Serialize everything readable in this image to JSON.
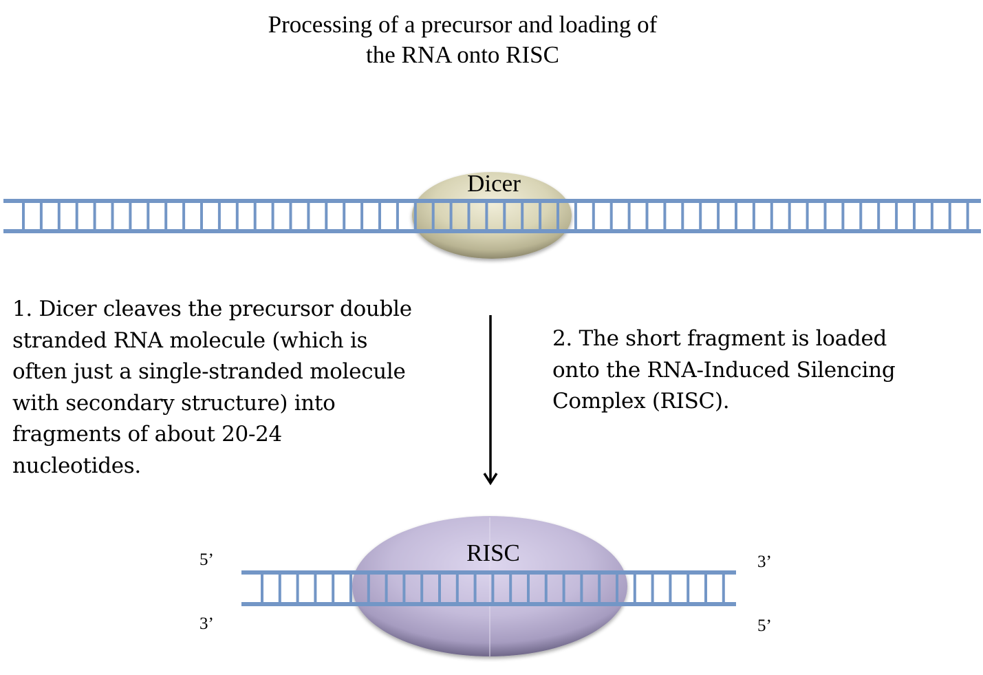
{
  "title": {
    "line1": "Processing of a precursor and loading of",
    "line2": "the RNA onto RISC"
  },
  "colors": {
    "rna_strand": "#7396C6",
    "dicer_fill": "#D9D5B6",
    "risc_fill": "#C4BBDA",
    "arrow": "#000000"
  },
  "dicer": {
    "label": "Dicer"
  },
  "risc": {
    "label": "RISC"
  },
  "steps": [
    {
      "text": "1. Dicer cleaves the precursor double stranded RNA molecule (which is often just a single-stranded molecule with secondary structure) into fragments of about 20-24 nucleotides."
    },
    {
      "text": "2. The short fragment is loaded onto the RNA-Induced Silencing Complex (RISC)."
    }
  ],
  "step1_lines": [
    "1. Dicer cleaves the precursor double",
    "stranded RNA molecule (which is",
    "often just a single-stranded molecule",
    "with secondary structure) into",
    "fragments of about 20-24",
    "nucleotides."
  ],
  "step2_lines": [
    "2. The short fragment is loaded",
    "onto the RNA-Induced Silencing",
    "Complex (RISC)."
  ],
  "strand_ends": {
    "left_top": "5’",
    "left_bottom": "3’",
    "right_top": "3’",
    "right_bottom": "5’"
  }
}
